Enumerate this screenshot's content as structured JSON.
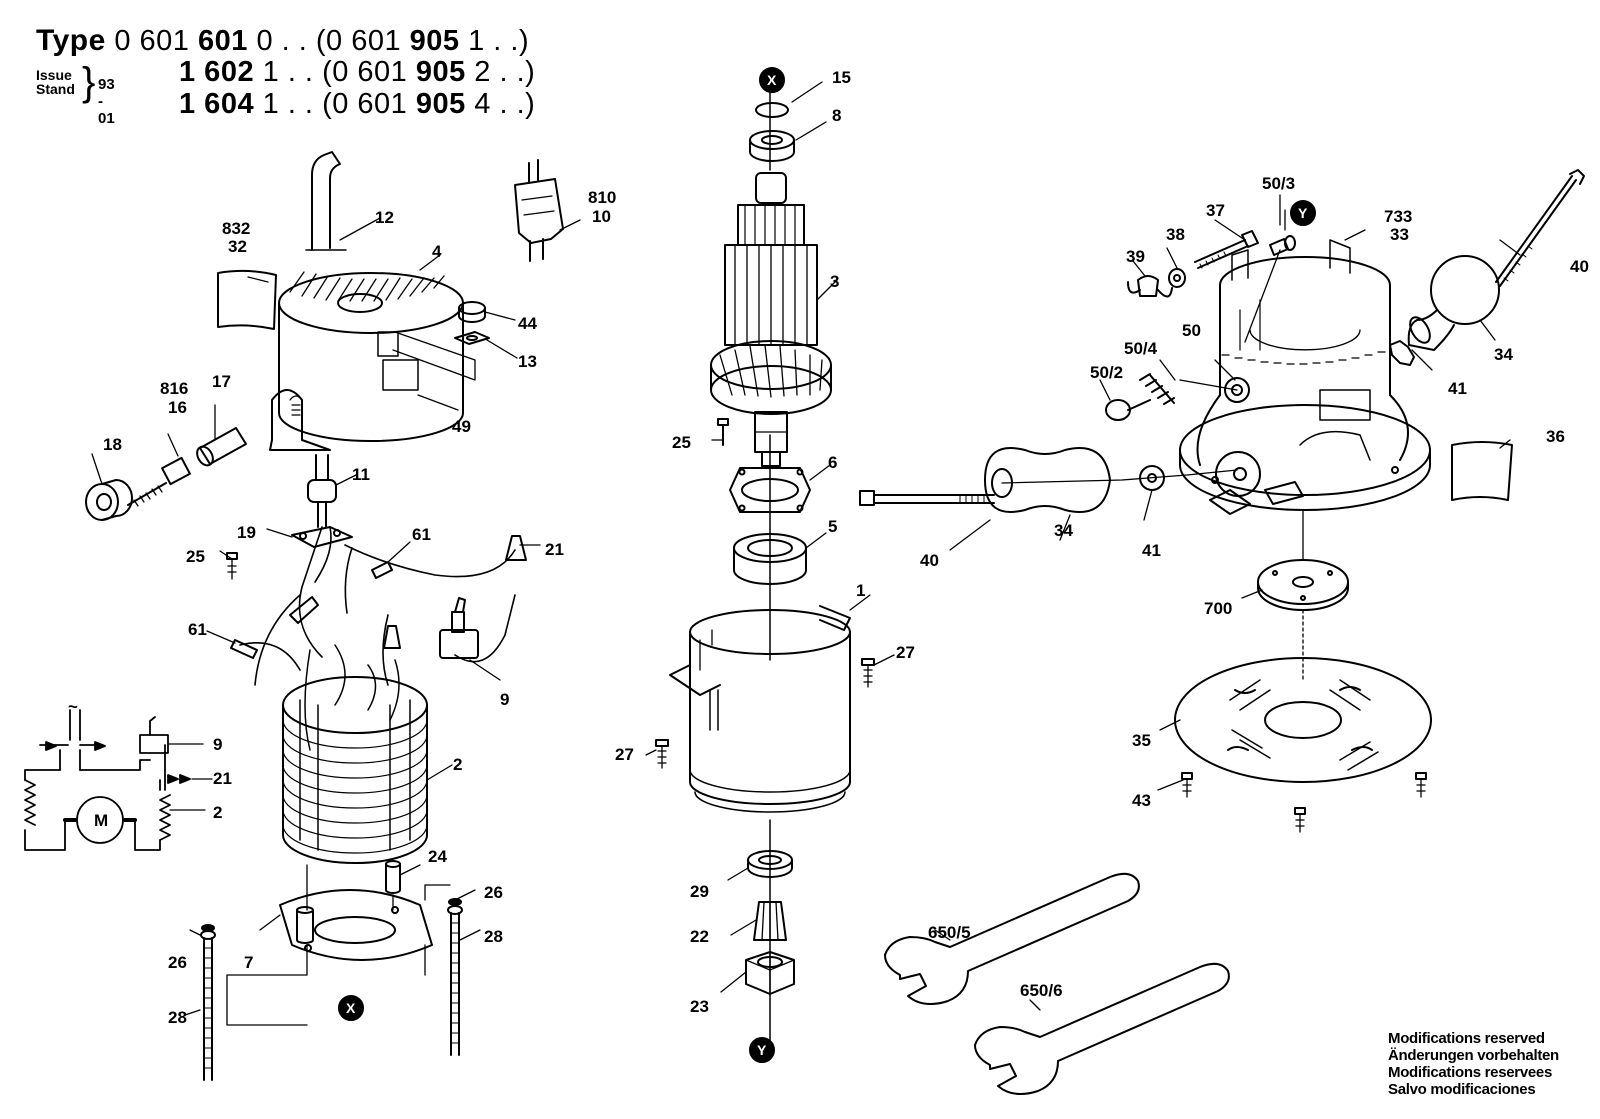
{
  "header": {
    "type_label": "Type",
    "rows": [
      {
        "prefix": "0 601 ",
        "bold1": "601",
        "mid": " 0 . .",
        "paren_pre": "(0 601 ",
        "bold2": "905",
        "paren_post": " 1 . .)"
      },
      {
        "prefix": "",
        "bold1": "1 602",
        "mid": " 1 . .",
        "paren_pre": "(0 601 ",
        "bold2": "905",
        "paren_post": " 2 . .)"
      },
      {
        "prefix": "",
        "bold1": "1 604",
        "mid": " 1 . .",
        "paren_pre": "(0 601 ",
        "bold2": "905",
        "paren_post": " 4 . .)"
      }
    ],
    "issue_label": "Issue",
    "stand_label": "Stand",
    "issue_date": "93 - 01"
  },
  "modifications": [
    "Modifications reserved",
    "Änderungen vorbehalten",
    "Modifications reservees",
    "Salvo modificaciones"
  ],
  "markers": {
    "x": "X",
    "y": "Y"
  },
  "schematic": {
    "motor": "M",
    "ac": "~"
  },
  "labels": {
    "p15": "15",
    "p8": "8",
    "p3": "3",
    "p25a": "25",
    "p6": "6",
    "p5": "5",
    "p1": "1",
    "p27a": "27",
    "p27b": "27",
    "p29": "29",
    "p22": "22",
    "p23": "23",
    "p832": "832",
    "p32": "32",
    "p12": "12",
    "p4": "4",
    "p810": "810",
    "p10": "10",
    "p44": "44",
    "p13": "13",
    "p49": "49",
    "p816": "816",
    "p16": "16",
    "p17": "17",
    "p18": "18",
    "p11": "11",
    "p19": "19",
    "p61a": "61",
    "p25b": "25",
    "p21a": "21",
    "p61b": "61",
    "p9a": "9",
    "p9b": "9",
    "p21b": "21",
    "p2a": "2",
    "p2b": "2",
    "p24": "24",
    "p26a": "26",
    "p28a": "28",
    "p26b": "26",
    "p28b": "28",
    "p7": "7",
    "p50_3": "50/3",
    "p37": "37",
    "p38": "38",
    "p39": "39",
    "p733": "733",
    "p33": "33",
    "p40a": "40",
    "p34a": "34",
    "p41a": "41",
    "p50_4": "50/4",
    "p50": "50",
    "p50_2": "50/2",
    "p36": "36",
    "p40b": "40",
    "p34b": "34",
    "p41b": "41",
    "p700": "700",
    "p35": "35",
    "p43": "43",
    "p650_5": "650/5",
    "p650_6": "650/6"
  }
}
